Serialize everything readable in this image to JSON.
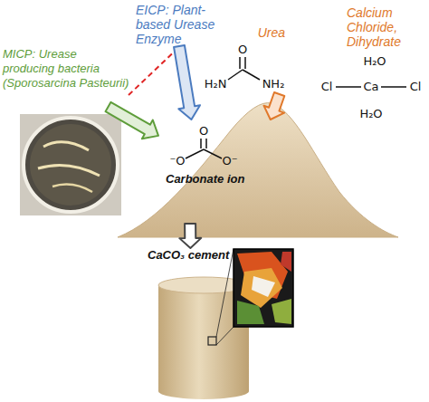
{
  "diagram": {
    "nodes": [
      {
        "text": [
          "EICP: Plant-based Urease Enzyme"
        ]
      },
      {
        "text": [
          "Calcium Chloride, Dihydrate"
        ]
      },
      {
        "text": [
          "Urea"
        ]
      },
      {
        "text": [
          "MICP: Urease producing bacteria (Sporosarcina Pasteurii)"
        ]
      },
      {
        "text": [
          "Carbonate ion"
        ]
      },
      {
        "text": [
          "CaCO₃ cement"
        ]
      }
    ],
    "edges": [
      {
        "from": 0,
        "to": 4,
        "arrow": "to"
      },
      {
        "from": 3,
        "to": 4,
        "arrow": "to"
      },
      {
        "from": 2,
        "to": 4,
        "arrow": "to"
      },
      {
        "from": 4,
        "to": 5,
        "arrow": "to"
      }
    ],
    "labels": [
      "O",
      "H₂N",
      "NH₂",
      "H₂O",
      "Cl",
      "Ca",
      "Cl",
      "H₂O",
      "O",
      "⁻O",
      "O⁻"
    ]
  }
}
